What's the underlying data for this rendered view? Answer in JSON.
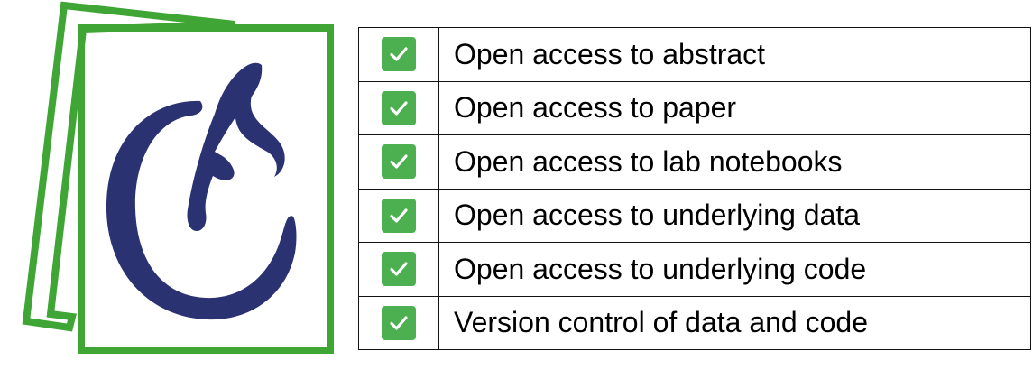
{
  "colors": {
    "frame_green": "#3FA535",
    "letter_navy": "#2B3272",
    "check_green": "#4CAF50",
    "check_mark": "#ffffff",
    "border": "#111111"
  },
  "logo": {
    "icon": "stacked-papers-c-logo"
  },
  "checklist": {
    "items": [
      {
        "label": "Open access to abstract",
        "checked": true,
        "icon": "checkmark-icon"
      },
      {
        "label": "Open access to paper",
        "checked": true,
        "icon": "checkmark-icon"
      },
      {
        "label": "Open access to lab notebooks",
        "checked": true,
        "icon": "checkmark-icon"
      },
      {
        "label": "Open access to underlying data",
        "checked": true,
        "icon": "checkmark-icon"
      },
      {
        "label": "Open access to underlying code",
        "checked": true,
        "icon": "checkmark-icon"
      },
      {
        "label": "Version control of data and code",
        "checked": true,
        "icon": "checkmark-icon"
      }
    ]
  }
}
